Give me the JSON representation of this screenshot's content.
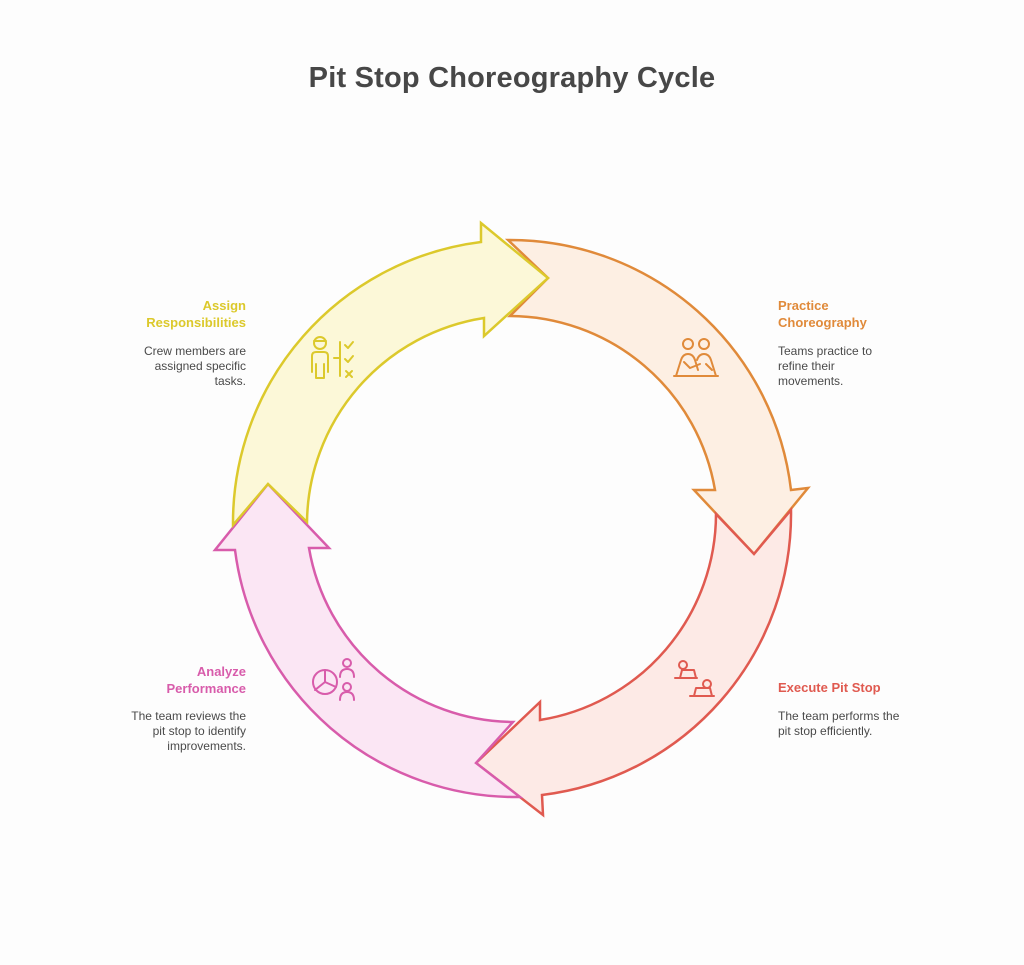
{
  "title": "Pit Stop Choreography Cycle",
  "colors": {
    "assign": "#dcc92c",
    "practice": "#e08a3a",
    "execute": "#e05a50",
    "analyze": "#d85cab",
    "text": "#474747"
  },
  "steps": [
    {
      "label_line1": "Assign",
      "label_line2": "Responsibilities",
      "desc_line1": "Crew members are",
      "desc_line2": "assigned specific",
      "desc_line3": "tasks.",
      "icon": "person-checklist-icon"
    },
    {
      "label_line1": "Practice",
      "label_line2": "Choreography",
      "desc_line1": "Teams practice to",
      "desc_line2": "refine their",
      "desc_line3": "movements.",
      "icon": "two-people-practicing-icon"
    },
    {
      "label_line1": "Execute Pit Stop",
      "desc_line1": "The team performs the",
      "desc_line2": "pit stop efficiently.",
      "icon": "people-at-laptops-icon"
    },
    {
      "label_line1": "Analyze",
      "label_line2": "Performance",
      "desc_line1": "The team reviews the",
      "desc_line2": "pit stop to identify",
      "desc_line3": "improvements.",
      "icon": "pie-chart-people-icon"
    }
  ]
}
